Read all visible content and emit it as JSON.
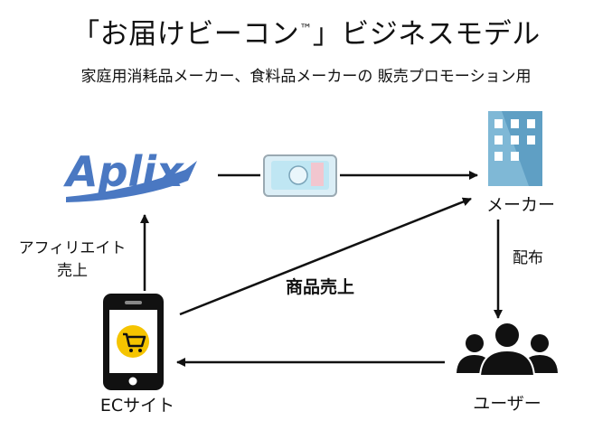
{
  "header": {
    "title_pre": "「お届けビーコン",
    "title_tm": "™",
    "title_post": "」ビジネスモデル",
    "subtitle": "家庭用消耗品メーカー、食料品メーカーの 販売プロモーション用"
  },
  "nodes": {
    "aplix_logo": "Aplix",
    "maker": "メーカー",
    "user": "ユーザー",
    "ec_site": "ECサイト"
  },
  "edges": {
    "affiliate_line1": "アフィリエイト",
    "affiliate_line2": "売上",
    "distribution": "配布",
    "product_sales": "商品売上"
  },
  "colors": {
    "aplix_blue": "#4a78c2",
    "building": "#7fb8d6",
    "cart_yellow": "#f5c400",
    "beacon_card": "#bfe6f3"
  }
}
